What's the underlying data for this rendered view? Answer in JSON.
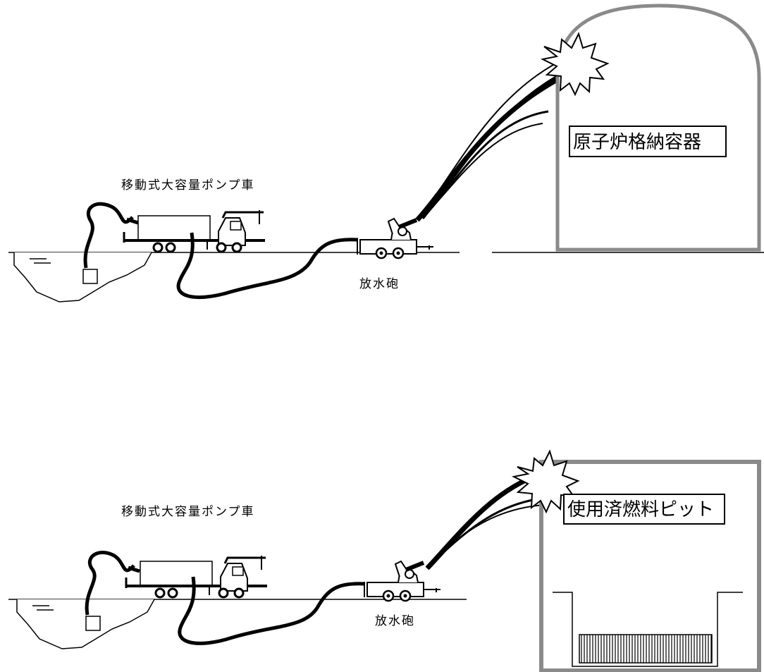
{
  "scenes": [
    {
      "target_label": "原子炉格納容器",
      "truck_label": "移動式大容量ポンプ車",
      "cannon_label": "放水砲"
    },
    {
      "target_label": "使用済燃料ピット",
      "truck_label": "移動式大容量ポンプ車",
      "cannon_label": "放水砲"
    }
  ],
  "colors": {
    "line": "#000000",
    "structure": "#8a8a8a"
  },
  "icons": [
    "pump-truck-icon",
    "water-cannon-icon",
    "pump-box-icon",
    "splash-burst-icon",
    "fuel-rack-icon"
  ]
}
